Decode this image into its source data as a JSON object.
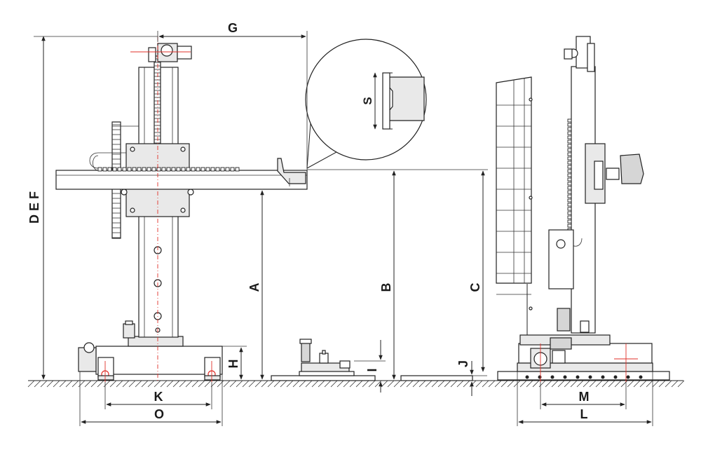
{
  "dimension_labels": {
    "height_total": "D E F",
    "reach": "G",
    "boom_height_a": "A",
    "boom_height_b": "B",
    "boom_height_c": "C",
    "base_height": "H",
    "track_height_i": "I",
    "track_height_j": "J",
    "wheel_base_k": "K",
    "base_width_o": "O",
    "rail_gauge_m": "M",
    "base_length_l": "L",
    "boom_section": "S"
  },
  "colors": {
    "line": "#222222",
    "centerline": "#e0302a",
    "ground_hatch": "#333333",
    "fill_light": "#e9e9e9"
  }
}
